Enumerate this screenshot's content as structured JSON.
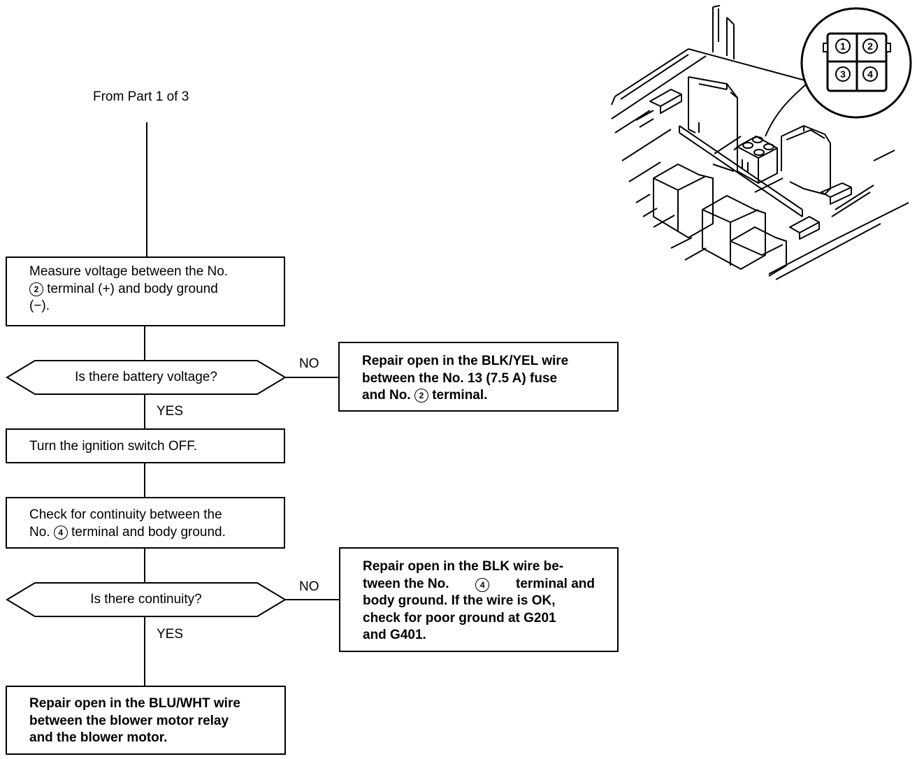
{
  "from_label": "From Part 1 of 3",
  "steps": {
    "measure": {
      "line1": "Measure voltage between the No.",
      "num": "2",
      "line2": "terminal (+) and body ground",
      "line3": "(−)."
    },
    "decision1": {
      "question": "Is there battery voltage?",
      "no": "NO",
      "yes": "YES"
    },
    "repair1": {
      "line1": "Repair open in the BLK/YEL wire",
      "line2": "between the No. 13 (7.5 A) fuse",
      "line3a": "and No.",
      "num": "2",
      "line3b": "terminal."
    },
    "ignition": {
      "text": "Turn the ignition switch OFF."
    },
    "continuity": {
      "line1": "Check for continuity between the",
      "line2a": "No.",
      "num": "4",
      "line2b": "terminal and body ground."
    },
    "decision2": {
      "question": "Is there continuity?",
      "no": "NO",
      "yes": "YES"
    },
    "repair2": {
      "line1": "Repair open in the BLK wire be-",
      "line2a": "tween the No.",
      "num": "4",
      "line2b": "terminal and",
      "line3": "body ground. If the wire is OK,",
      "line4": "check for poor ground at G201",
      "line5": "and G401."
    },
    "repair3": {
      "line1": "Repair open in the BLU/WHT wire",
      "line2": "between the blower motor relay",
      "line3": "and the blower motor."
    }
  },
  "connector": {
    "pins": [
      "1",
      "2",
      "3",
      "4"
    ]
  }
}
